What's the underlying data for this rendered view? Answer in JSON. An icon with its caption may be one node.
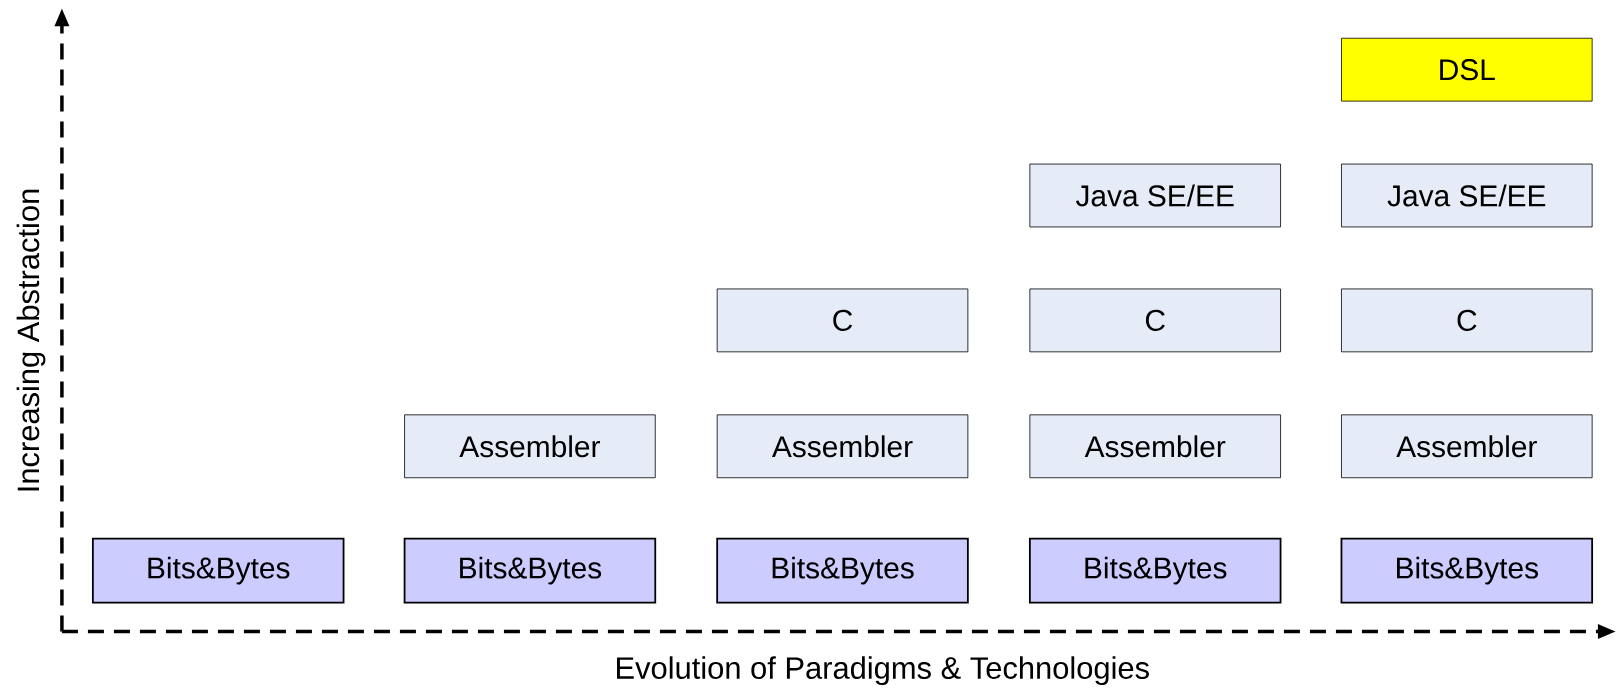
{
  "diagram": {
    "nodes": [
      {
        "text": [
          "DSL"
        ]
      },
      {
        "text": [
          "Java SE/EE"
        ]
      },
      {
        "text": [
          "Java SE/EE"
        ]
      },
      {
        "text": [
          "C"
        ]
      },
      {
        "text": [
          "C"
        ]
      },
      {
        "text": [
          "C"
        ]
      },
      {
        "text": [
          "Assembler"
        ]
      },
      {
        "text": [
          "Assembler"
        ]
      },
      {
        "text": [
          "Assembler"
        ]
      },
      {
        "text": [
          "Assembler"
        ]
      },
      {
        "text": [
          "Bits&Bytes"
        ]
      },
      {
        "text": [
          "Bits&Bytes"
        ]
      },
      {
        "text": [
          "Bits&Bytes"
        ]
      },
      {
        "text": [
          "Bits&Bytes"
        ]
      },
      {
        "text": [
          "Bits&Bytes"
        ]
      }
    ],
    "labels": [
      "Increasing Abstraction",
      "Evolution of Paradigms & Technologies"
    ]
  }
}
